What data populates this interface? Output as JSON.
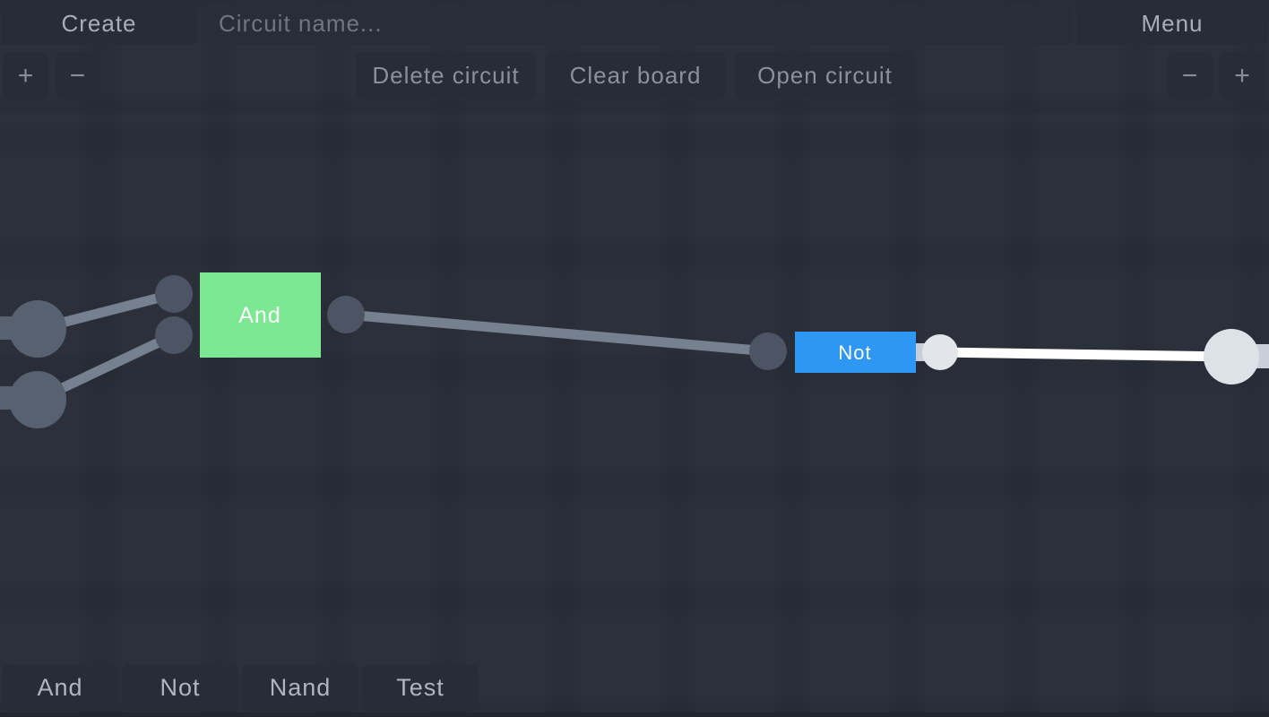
{
  "header": {
    "create_label": "Create",
    "circuit_name": {
      "value": "",
      "placeholder": "Circuit name..."
    },
    "menu_label": "Menu"
  },
  "controls": {
    "zoom_in": "+",
    "zoom_out": "−",
    "delete_circuit": "Delete circuit",
    "clear_board": "Clear board",
    "open_circuit": "Open circuit"
  },
  "palette": {
    "items": [
      {
        "label": "And"
      },
      {
        "label": "Not"
      },
      {
        "label": "Nand"
      },
      {
        "label": "Test"
      }
    ]
  },
  "circuit": {
    "gates": [
      {
        "label": "And",
        "fill": "#7ce992",
        "state": "off"
      },
      {
        "label": "Not",
        "fill": "#2e97f3",
        "state": "on"
      }
    ],
    "colors": {
      "wire_off": "#76818f",
      "wire_on": "#ffffff",
      "pin_off": "#4d5564",
      "pin_on": "#e2e5ea",
      "io_off": "#57616f",
      "io_on": "#dde2e9",
      "stub_off": "#58616f",
      "stub_on": "#c9cfd8"
    }
  }
}
